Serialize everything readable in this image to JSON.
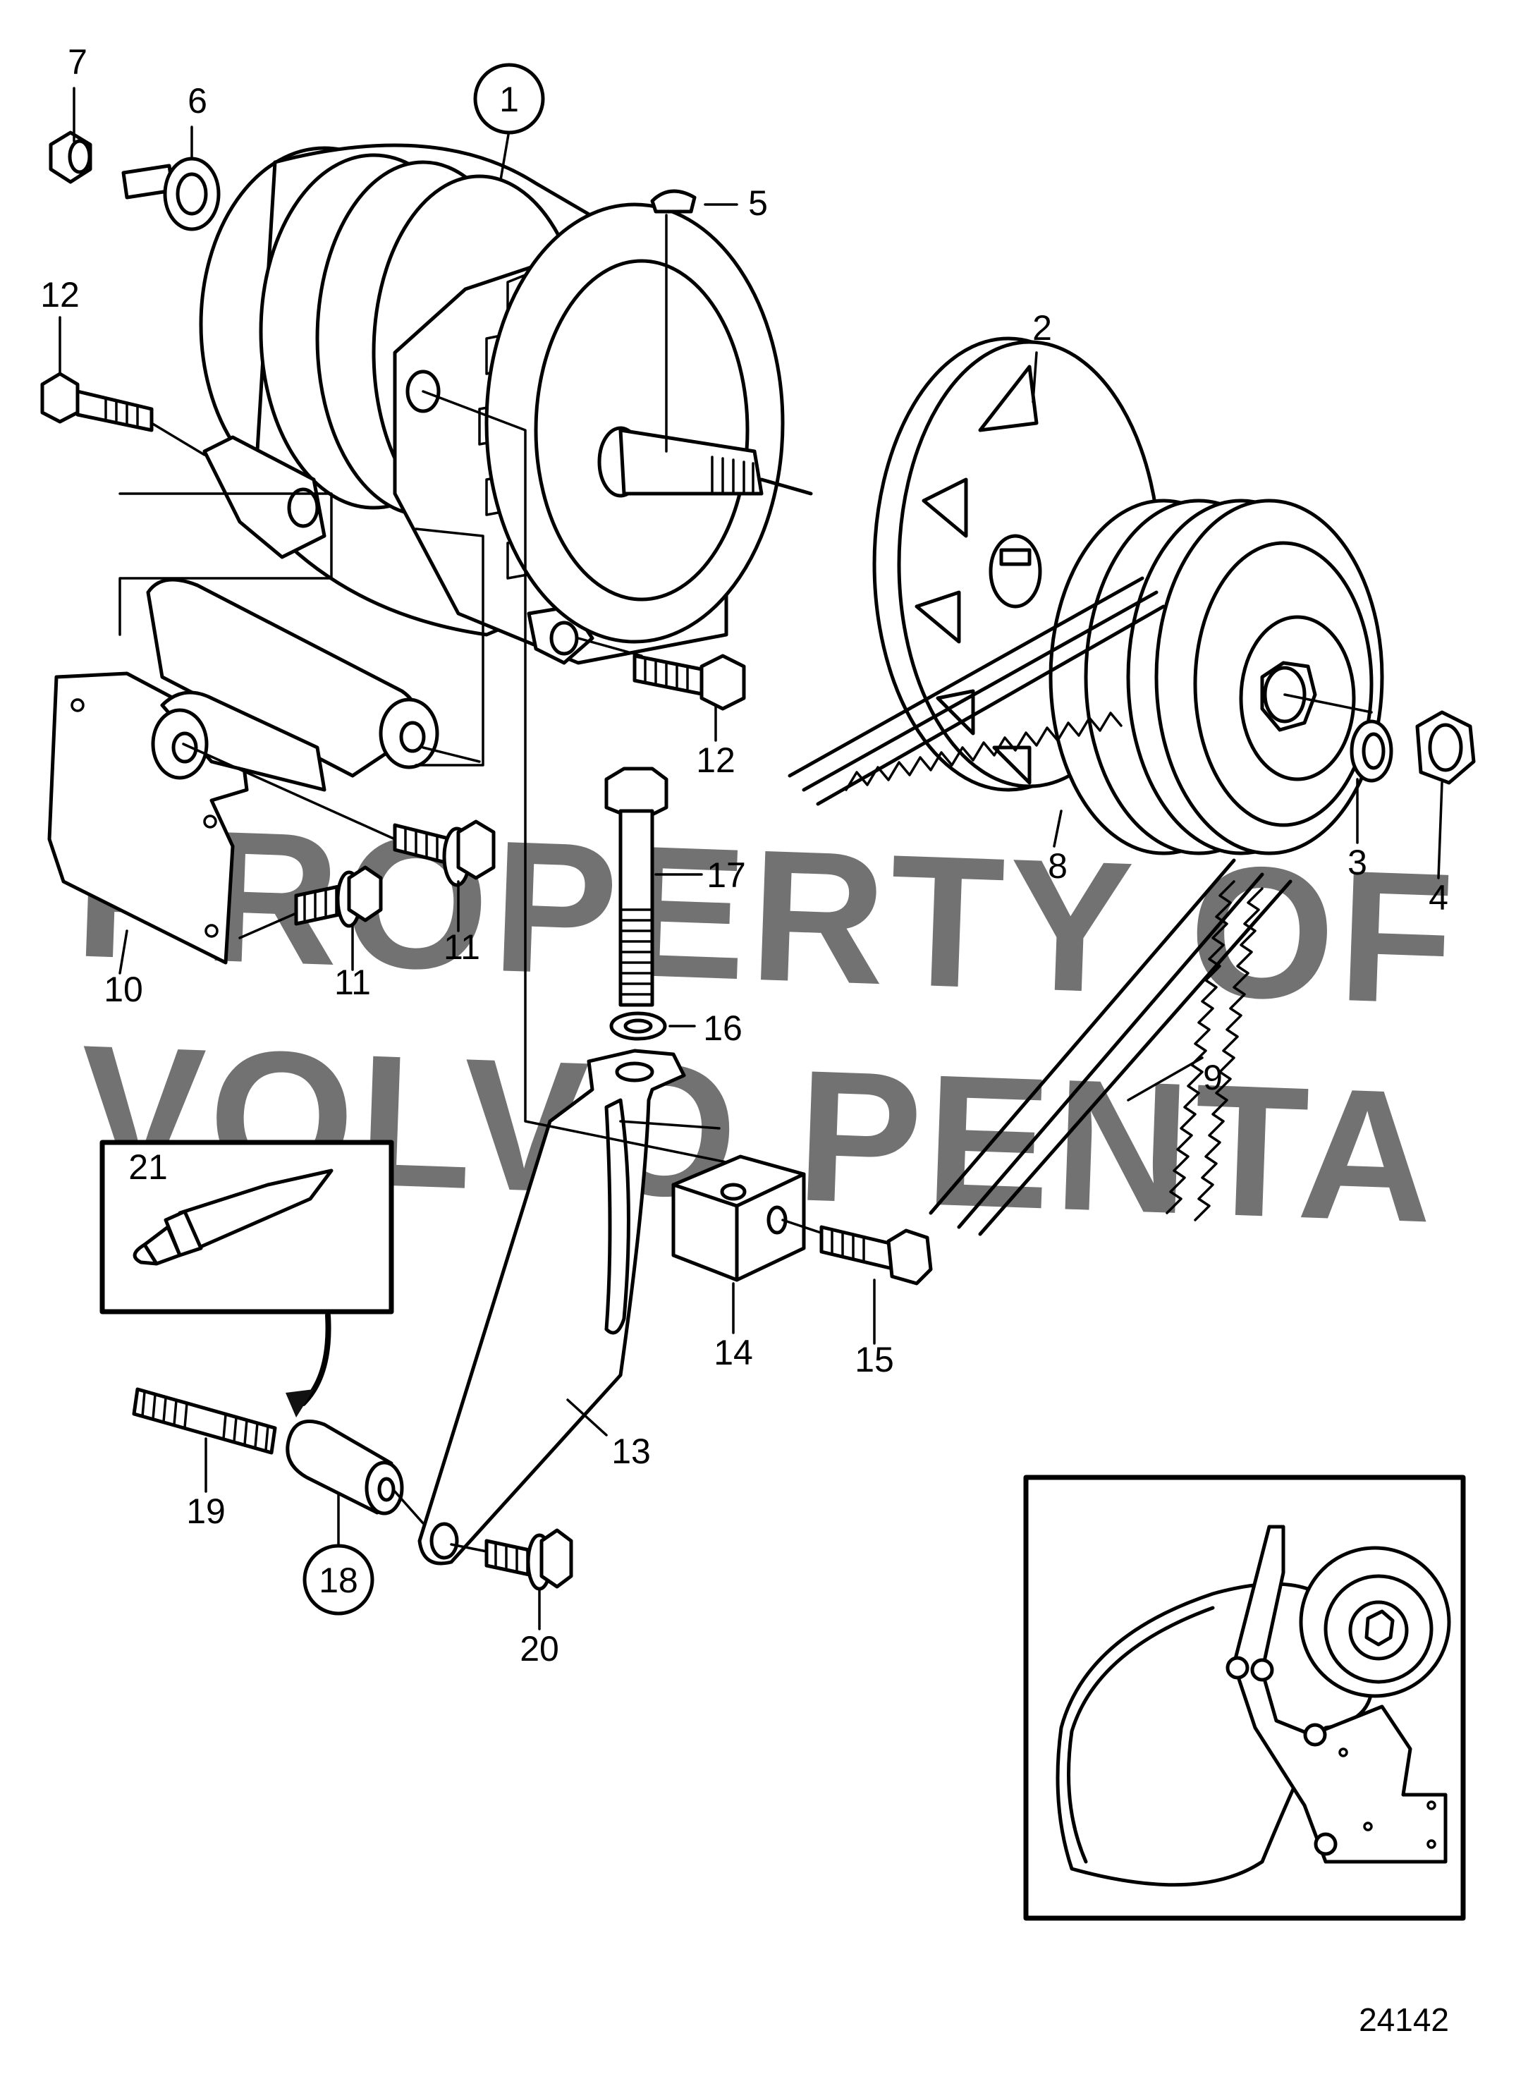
{
  "drawing_number": "24142",
  "watermark": {
    "line1": "PROPERTY OF",
    "line2": "VOLVO PENTA"
  },
  "callouts": {
    "c1": "1",
    "c2": "2",
    "c3": "3",
    "c4": "4",
    "c5": "5",
    "c6": "6",
    "c7": "7",
    "c8": "8",
    "c9": "9",
    "c10": "10",
    "c11a": "11",
    "c11b": "11",
    "c12a": "12",
    "c12b": "12",
    "c13": "13",
    "c14": "14",
    "c15": "15",
    "c16": "16",
    "c17": "17",
    "c18": "18",
    "c19": "19",
    "c20": "20",
    "c21": "21"
  },
  "circled_callouts": [
    "1",
    "18"
  ],
  "parts_shown": [
    "alternator",
    "fan",
    "pulley",
    "washer",
    "nut",
    "key",
    "terminal lug",
    "terminal nut",
    "belt",
    "bracket",
    "flange screw",
    "screw",
    "tension bar",
    "block",
    "screw",
    "washer",
    "screw",
    "spacer",
    "stud",
    "flange screw",
    "sealant"
  ]
}
